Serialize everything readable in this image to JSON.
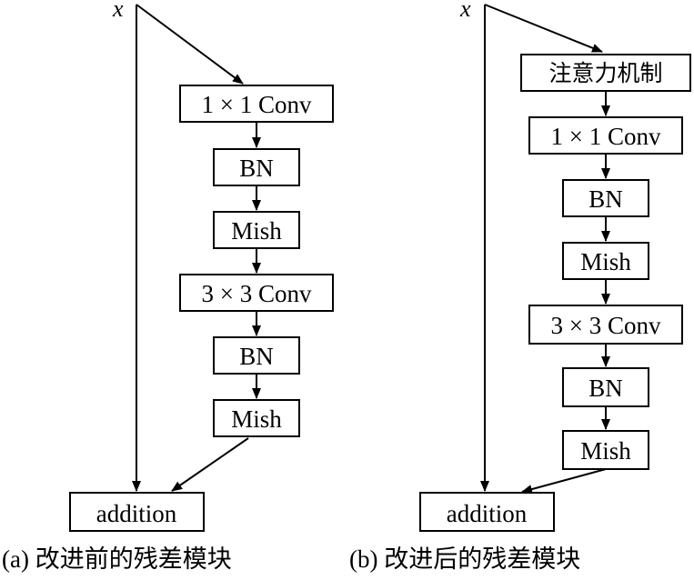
{
  "left": {
    "input_label": "x",
    "blocks": [
      "1 × 1 Conv",
      "BN",
      "Mish",
      "3 × 3 Conv",
      "BN",
      "Mish"
    ],
    "output_label": "addition",
    "caption": "(a) 改进前的残差模块"
  },
  "right": {
    "input_label": "x",
    "blocks": [
      "注意力机制",
      "1 × 1 Conv",
      "BN",
      "Mish",
      "3 × 3 Conv",
      "BN",
      "Mish"
    ],
    "output_label": "addition",
    "caption": "(b) 改进后的残差模块"
  }
}
